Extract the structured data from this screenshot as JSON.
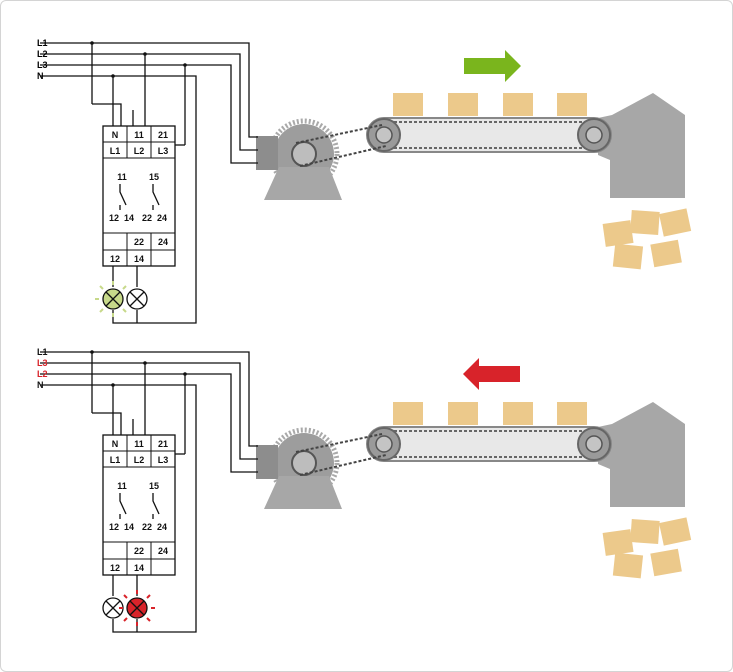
{
  "colors": {
    "forward_arrow": "#7ab51d",
    "reverse_arrow": "#d8232a",
    "lamp_on_green": "#c7d98a",
    "lamp_on_red": "#d8232a",
    "box": "#ecc98b",
    "machine": "#a7a7a7",
    "machine_dark": "#8d8d8d",
    "swapped_phase": "#d8232a"
  },
  "panels": [
    {
      "direction": "forward",
      "lines": [
        {
          "label": "L1",
          "highlight": false
        },
        {
          "label": "L2",
          "highlight": false
        },
        {
          "label": "L3",
          "highlight": false
        },
        {
          "label": "N",
          "highlight": false
        }
      ],
      "relay": {
        "top_row": [
          "N",
          "11",
          "21"
        ],
        "mid_row": [
          "L1",
          "L2",
          "L3"
        ],
        "contact_left_top": "11",
        "contact_right_top": "15",
        "contact_left_bottom": [
          "12",
          "14"
        ],
        "contact_right_bottom": [
          "22",
          "24"
        ],
        "lower_row": [
          "22",
          "24"
        ],
        "bottom_row": [
          "12",
          "14"
        ]
      },
      "lamps": {
        "left_on": true,
        "right_on": false
      }
    },
    {
      "direction": "reverse",
      "lines": [
        {
          "label": "L1",
          "highlight": false
        },
        {
          "label": "L3",
          "highlight": true
        },
        {
          "label": "L2",
          "highlight": true
        },
        {
          "label": "N",
          "highlight": false
        }
      ],
      "relay": {
        "top_row": [
          "N",
          "11",
          "21"
        ],
        "mid_row": [
          "L1",
          "L2",
          "L3"
        ],
        "contact_left_top": "11",
        "contact_right_top": "15",
        "contact_left_bottom": [
          "12",
          "14"
        ],
        "contact_right_bottom": [
          "22",
          "24"
        ],
        "lower_row": [
          "22",
          "24"
        ],
        "bottom_row": [
          "12",
          "14"
        ]
      },
      "lamps": {
        "left_on": false,
        "right_on": true
      }
    }
  ]
}
